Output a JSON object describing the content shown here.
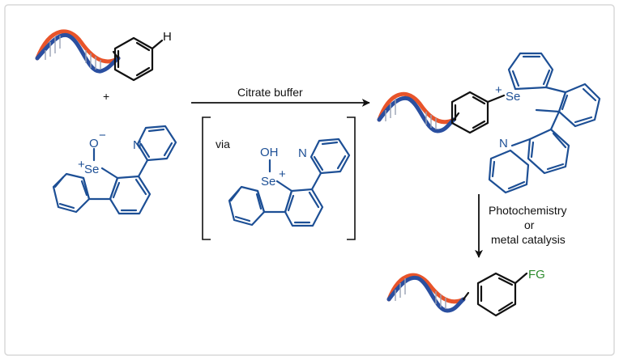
{
  "colors": {
    "scaffold": "#1d4f95",
    "aryl": "#111111",
    "functional_group": "#2c8a2c",
    "dna_orange": "#e8542a",
    "dna_blue": "#2a4fa0"
  },
  "icons": {
    "dna": "dna-double-helix-icon"
  },
  "labels": {
    "plus": "+",
    "reaction_condition": "Citrate buffer",
    "via": "via",
    "step2_line1": "Photochemistry",
    "step2_line2": "or",
    "step2_line3": "metal catalysis",
    "functional_group": "FG"
  },
  "atoms": {
    "hydrogen": "H",
    "selenium": "Se",
    "oxygen": "O",
    "hydroxyl": "OH",
    "nitrogen": "N",
    "minus": "−",
    "positive": "+"
  }
}
